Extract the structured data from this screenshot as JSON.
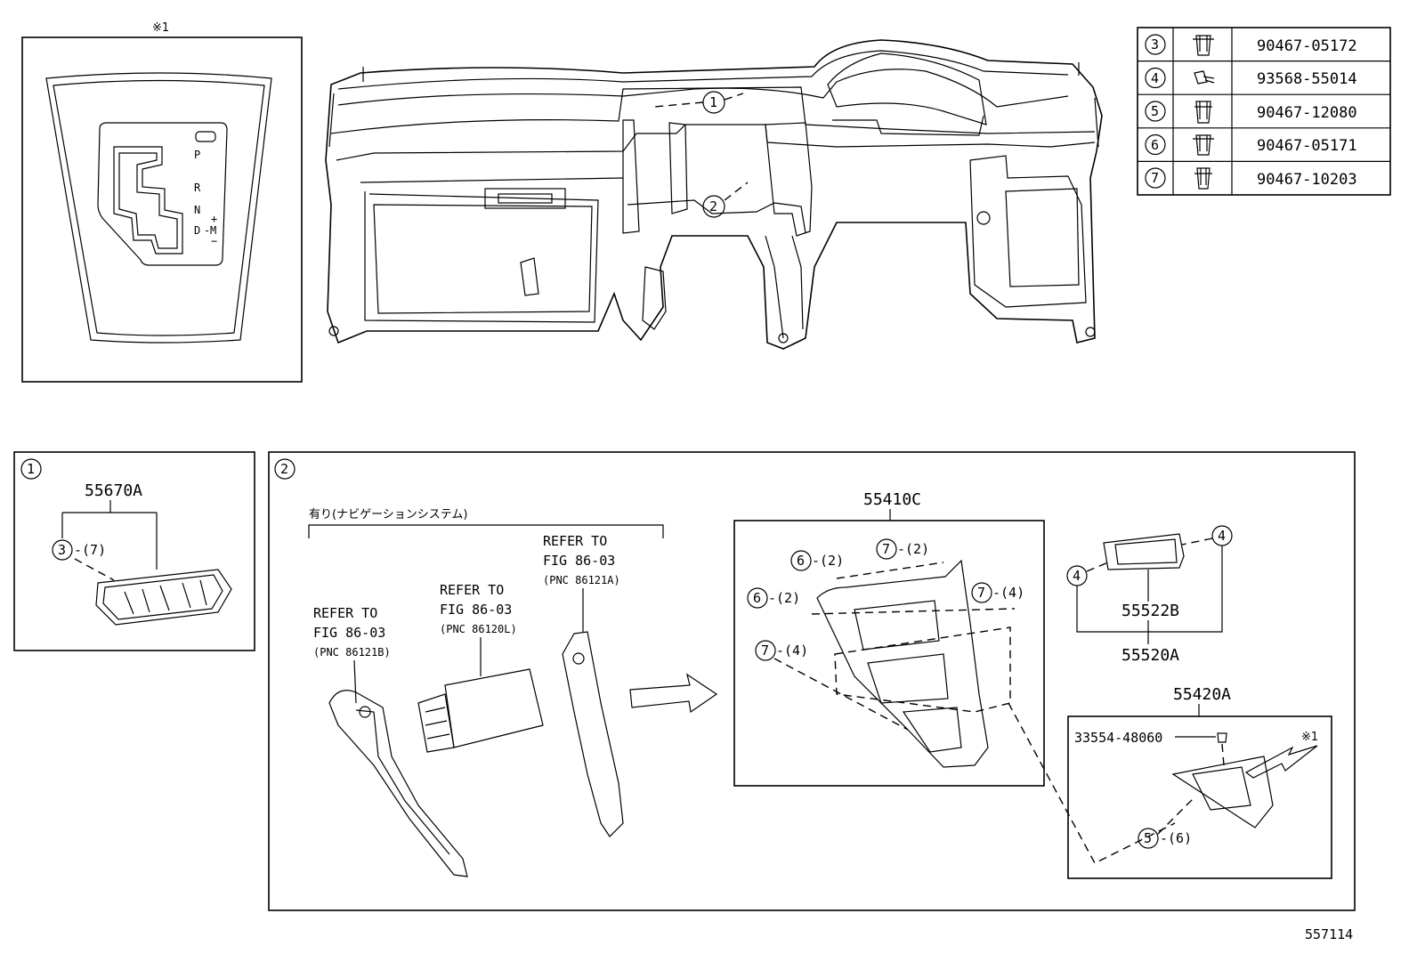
{
  "note_mark": "※1",
  "shifter_labels": {
    "p": "P",
    "r": "R",
    "n": "N",
    "d": "D",
    "m": "M",
    "plus": "+",
    "minus": "−"
  },
  "main_callouts": [
    "1",
    "2"
  ],
  "fastener_table": [
    {
      "callout": "3",
      "icon": "clip-icon",
      "part": "90467-05172"
    },
    {
      "callout": "4",
      "icon": "screw-icon",
      "part": "93568-55014"
    },
    {
      "callout": "5",
      "icon": "clip-icon",
      "part": "90467-12080"
    },
    {
      "callout": "6",
      "icon": "clip-icon",
      "part": "90467-05171"
    },
    {
      "callout": "7",
      "icon": "clip-icon",
      "part": "90467-10203"
    }
  ],
  "panel1": {
    "callout": "1",
    "part": "55670A",
    "clip_callout": "3",
    "clip_qty": "-(7)"
  },
  "panel2": {
    "callout": "2",
    "nav_heading": "有り(ナビゲーションシステム)",
    "ref_left": {
      "line1": "REFER TO",
      "line2": "FIG 86-03",
      "line3": "(PNC 86121B)"
    },
    "ref_mid": {
      "line1": "REFER TO",
      "line2": "FIG 86-03",
      "line3": "(PNC 86120L)"
    },
    "ref_right": {
      "line1": "REFER TO",
      "line2": "FIG 86-03",
      "line3": "(PNC 86121A)"
    },
    "part_55410c": "55410C",
    "clips": [
      {
        "callout": "6",
        "qty": "-(2)"
      },
      {
        "callout": "7",
        "qty": "-(2)"
      },
      {
        "callout": "6",
        "qty": "-(2)"
      },
      {
        "callout": "7",
        "qty": "-(4)"
      },
      {
        "callout": "7",
        "qty": "-(4)"
      }
    ],
    "part_55522b": "55522B",
    "part_55520a": "55520A",
    "screw_callout": "4",
    "part_55420a": "55420A",
    "bulb_part": "33554-48060",
    "clip5_callout": "5",
    "clip5_qty": "-(6)"
  },
  "diagram_id": "557114"
}
